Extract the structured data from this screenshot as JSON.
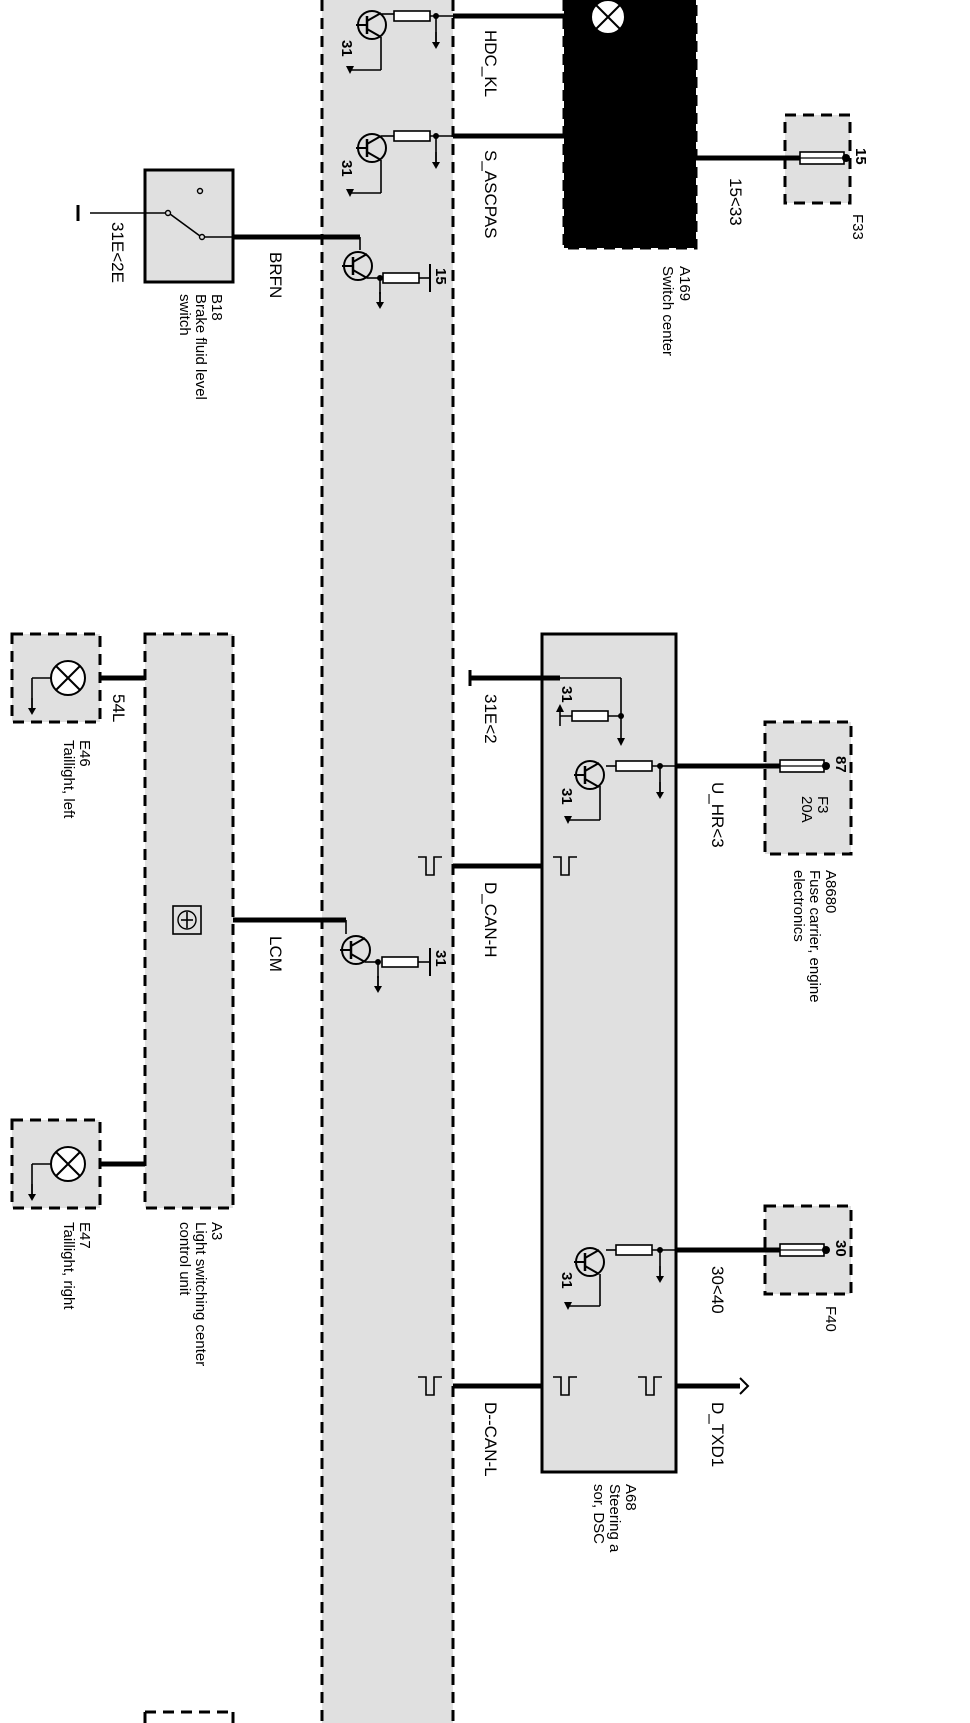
{
  "colors": {
    "module_fill": "#e0e0e0",
    "line": "#000000",
    "background": "#ffffff"
  },
  "signals": {
    "hdc_kl": "HDC_KL",
    "s_ascpas": "S_ASCPAS",
    "brfn": "BRFN",
    "lcm": "LCM",
    "gnd_31e_2": "31E<2",
    "d_can_h": "D_CAN-H",
    "d_can_l": "D--CAN-L",
    "u_hr_3": "U_HR<3",
    "v30_40": "30<40",
    "d_txd1": "D_TXD1",
    "v15_33": "15<33",
    "v54l": "54L",
    "gnd_31e_2e": "31E<2E"
  },
  "pins": {
    "p31_a": "31",
    "p31_b": "31",
    "p15_brfn": "15",
    "p31_lcm": "31",
    "p31_a68_gnd": "31",
    "p31_a68_uhr": "31",
    "p31_a68_30": "31",
    "p15_f33": "15",
    "p87_f3": "87",
    "p30_f40": "30"
  },
  "components": {
    "a169": {
      "id": "A169",
      "name": "Switch center"
    },
    "f33": {
      "id": "F33"
    },
    "b18": {
      "id": "B18",
      "name_line1": "Brake fluid level",
      "name_line2": "switch"
    },
    "a3": {
      "id": "A3",
      "name_line1": "Light switching center",
      "name_line2": "control unit"
    },
    "e46": {
      "id": "E46",
      "name": "Taillight, left"
    },
    "e47": {
      "id": "E47",
      "name": "Taillight, right"
    },
    "a8680": {
      "id": "A8680",
      "name_line1": "Fuse carrier, engine",
      "name_line2": "electronics"
    },
    "f3": {
      "id": "F3",
      "rating": "20A"
    },
    "f40": {
      "id": "F40"
    },
    "a68": {
      "id": "A68",
      "name_line1": "Steering a",
      "name_line2": "sor, DSC"
    }
  }
}
